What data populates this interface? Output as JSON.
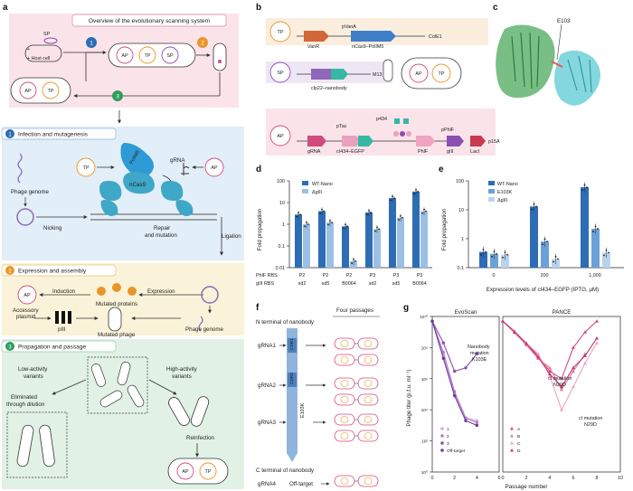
{
  "panel_letters": {
    "a": "a",
    "b": "b",
    "c": "c",
    "d": "d",
    "e": "e",
    "f": "f",
    "g": "g"
  },
  "panel_a": {
    "overview_title": "Overview of the evolutionary scanning system",
    "sp": "SP",
    "host": "+\nHost cell",
    "ap": "AP",
    "tp": "TP",
    "step1": "1",
    "step2": "2",
    "step3": "3",
    "sec1_title": "Infection and mutagenesis",
    "polim5": "PolIM5",
    "ncas9": "nCas9",
    "grna": "gRNA",
    "phage_genome": "Phage genome",
    "nicking": "Nicking",
    "repair": "Repair",
    "and_mutation": "and mutation",
    "ligation": "Ligation",
    "sec2_title": "Expression and assembly",
    "induction": "Induction",
    "expression": "Expression",
    "accessory": "Accessory",
    "plasmid": "plasmid",
    "mutated_proteins": "Mutated proteins",
    "piii": "pIII",
    "mutated_phage": "Mutated phage",
    "phage_genome2": "Phage genome",
    "sec3_title": "Propagation and passage",
    "low_activity": "Low-activity",
    "variants": "variants",
    "high_activity": "High-activity",
    "variants2": "variants",
    "eliminated": "Eliminated",
    "through_dilution": "through dilution",
    "reinfection": "Reinfection"
  },
  "panel_b": {
    "tp": "TP",
    "vanr": "VanR",
    "pvana": "pVanA",
    "ncas9_polim5": "nCas9–PolIM5",
    "cole1": "ColE1",
    "sp": "SP",
    "clp22": "clp22–nanobody",
    "m13": "M13",
    "ap": "AP",
    "tp2": "TP",
    "ap2": "AP",
    "grna": "gRNA",
    "ptac": "pTac",
    "ci434": "cI434–EGFP",
    "p434": "p434",
    "phlf": "PhlF",
    "pphlf": "pPhlF",
    "giii": "gIII",
    "laci": "LacI",
    "p15a": "p15A"
  },
  "panel_c": {
    "e103": "E103"
  },
  "panel_d": {
    "ylabel": "Fold propagation",
    "yticks": [
      "100",
      "10",
      "1",
      "0.1",
      "0.01"
    ],
    "legend": [
      "WT-Nano",
      "ΔgIII"
    ],
    "row1_label": "PhlF RBS",
    "row2_label": "gIII RBS",
    "cats_top": [
      "P2",
      "P2",
      "P2",
      "P3",
      "P3",
      "P3"
    ],
    "cats_bottom": [
      "sd2",
      "sd5",
      "B0064",
      "sd2",
      "sd5",
      "B0064"
    ]
  },
  "panel_e": {
    "ylabel": "Fold propagation",
    "yticks": [
      "100",
      "10",
      "1",
      "0.1"
    ],
    "legend": [
      "WT-Nano",
      "E103K",
      "ΔgIII"
    ],
    "xticks": [
      "0",
      "200",
      "1,000"
    ],
    "xlabel": "Expression levels of cI434–EGFP (IPTG, μM)"
  },
  "panel_f": {
    "n_term": "N terminal of nanobody",
    "four_passages": "Four passages",
    "grna1": "gRNA1",
    "grna2": "gRNA2",
    "grna3": "gRNA3",
    "grna4": "gRNA4",
    "cdr1": "CDR1",
    "cdr2": "CDR2",
    "e103k": "E103K",
    "c_term": "C terminal of nanobody",
    "off_target": "Off-target"
  },
  "panel_g": {
    "ylabel": "Phage titer (p.f.u. ml⁻¹)",
    "yticks": [
      "10¹⁰",
      "10⁸",
      "10⁶",
      "10⁴",
      "10²",
      "10⁰"
    ],
    "xlabel": "Passage number",
    "left_title": "EvoScan",
    "right_title": "PANCE",
    "left_xticks": [
      "0",
      "2",
      "4",
      "6"
    ],
    "right_xticks": [
      "0",
      "2",
      "4",
      "6",
      "8",
      "10"
    ],
    "left_legend": [
      "1",
      "2",
      "3",
      "Off-target"
    ],
    "right_legend": [
      "A",
      "B",
      "C",
      "D"
    ],
    "ann1": [
      "Nanobody",
      "mutation",
      "K103E"
    ],
    "ann2": [
      "cI mutation",
      "N29D"
    ],
    "ann3": [
      "cI mutation",
      "N29D"
    ]
  },
  "colors": {
    "pink": "#d14b7f",
    "purple": "#8a4fb0",
    "blue": "#2e6db5",
    "lightblue": "#8fb5dd",
    "paleblue": "#b7cfe9",
    "orange": "#e8962a",
    "green": "#2e9e5b",
    "teal": "#3fa7a7"
  },
  "chart_data": [
    {
      "type": "bar",
      "title": "",
      "ylabel": "Fold propagation",
      "yscale": "log",
      "ylim": [
        0.01,
        100
      ],
      "categories": [
        "P2 sd2",
        "P2 sd5",
        "P2 B0064",
        "P3 sd2",
        "P3 sd5",
        "P3 B0064"
      ],
      "series": [
        {
          "name": "WT-Nano",
          "values": [
            2.8,
            4.0,
            0.8,
            3.5,
            16,
            32
          ]
        },
        {
          "name": "ΔgIII",
          "values": [
            1.0,
            1.2,
            0.02,
            0.6,
            2.0,
            4.0
          ]
        }
      ]
    },
    {
      "type": "bar",
      "title": "",
      "xlabel": "Expression levels of cI434–EGFP (IPTG, μM)",
      "ylabel": "Fold propagation",
      "yscale": "log",
      "ylim": [
        0.1,
        100
      ],
      "categories": [
        "0",
        "200",
        "1,000"
      ],
      "series": [
        {
          "name": "WT-Nano",
          "values": [
            0.35,
            13,
            60
          ]
        },
        {
          "name": "E103K",
          "values": [
            0.3,
            0.8,
            2.2
          ]
        },
        {
          "name": "ΔgIII",
          "values": [
            0.28,
            0.2,
            0.33
          ]
        }
      ]
    },
    {
      "type": "line",
      "title": "EvoScan",
      "xlabel": "Passage number",
      "ylabel": "Phage titer (p.f.u. ml⁻¹)",
      "yscale": "log",
      "ylim": [
        1,
        10000000000
      ],
      "xlim": [
        0,
        6
      ],
      "series": [
        {
          "name": "1",
          "x": [
            0,
            1,
            2,
            3,
            4
          ],
          "y": [
            5000000000,
            30000000,
            100000,
            3000,
            2000
          ]
        },
        {
          "name": "2",
          "x": [
            0,
            1,
            2,
            3,
            4
          ],
          "y": [
            5000000000,
            50000000,
            150000,
            3000,
            1500
          ]
        },
        {
          "name": "3",
          "x": [
            0,
            1,
            2,
            3,
            4
          ],
          "y": [
            5000000000,
            200000000,
            3000000,
            5000000,
            40000000
          ]
        },
        {
          "name": "Off-target",
          "x": [
            0,
            1,
            2,
            3,
            4
          ],
          "y": [
            5000000000,
            20000000,
            80000,
            2000,
            1000
          ]
        }
      ]
    },
    {
      "type": "line",
      "title": "PANCE",
      "xlabel": "Passage number",
      "ylabel": "Phage titer (p.f.u. ml⁻¹)",
      "yscale": "log",
      "ylim": [
        1,
        10000000000
      ],
      "xlim": [
        0,
        10
      ],
      "series": [
        {
          "name": "A",
          "x": [
            0,
            1,
            2,
            3,
            4,
            5,
            6,
            7,
            8
          ],
          "y": [
            5000000000,
            1000000000,
            200000000,
            30000000,
            3000000,
            1000000,
            100000000,
            1000000000,
            5000000000
          ]
        },
        {
          "name": "B",
          "x": [
            0,
            1,
            2,
            3,
            4,
            5,
            6,
            7
          ],
          "y": [
            5000000000,
            900000000,
            150000000,
            20000000,
            5000000,
            200000,
            3000000,
            40000000
          ]
        },
        {
          "name": "C",
          "x": [
            0,
            1,
            2,
            3,
            4,
            5,
            6,
            7,
            8
          ],
          "y": [
            5000000000,
            1200000000,
            200000000,
            40000000,
            1500000,
            10000,
            300000,
            10000000,
            200000000
          ]
        },
        {
          "name": "D",
          "x": [
            0,
            1,
            2,
            3,
            4,
            5,
            6,
            7,
            8
          ],
          "y": [
            5000000000,
            1000000000,
            180000000,
            25000000,
            2000000,
            300000,
            5000000,
            30000000,
            400000000
          ]
        }
      ]
    }
  ]
}
